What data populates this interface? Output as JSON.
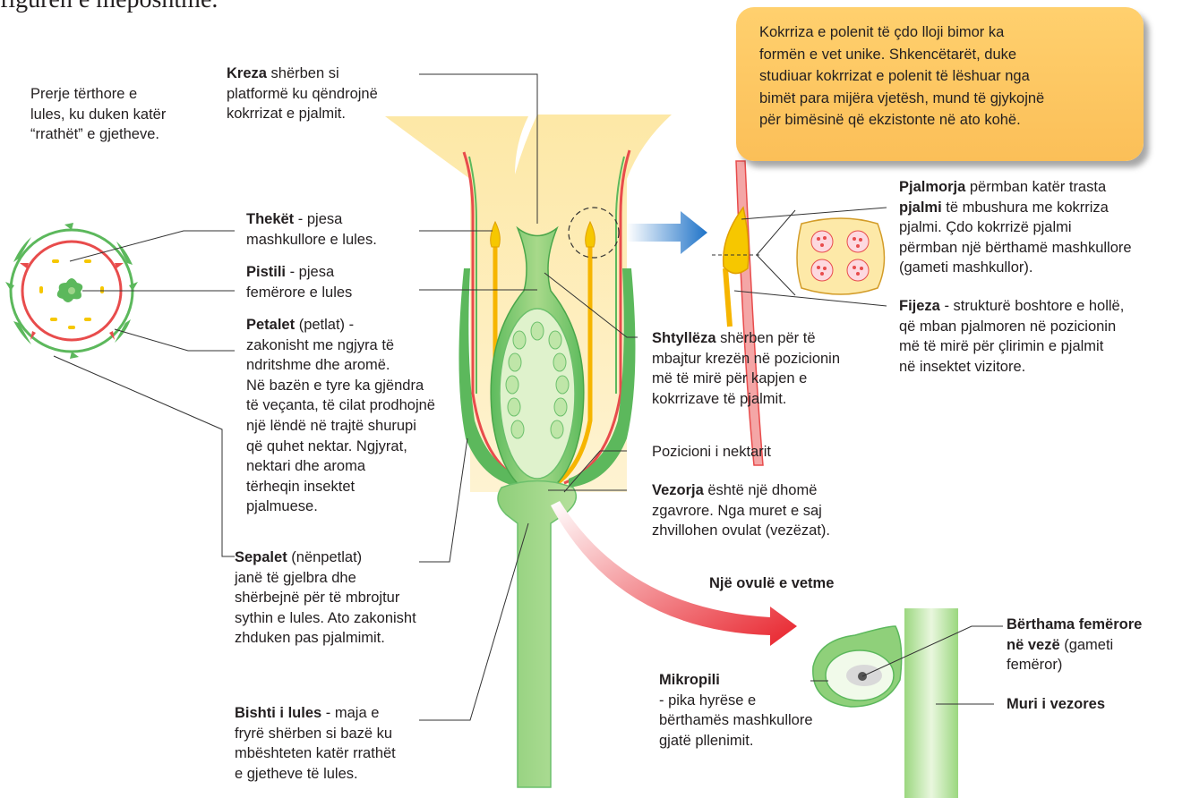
{
  "top_fragment": "figuren e mëposhtme.",
  "cross_section": [
    "Prerje tërthore e",
    "lules, ku duken katër",
    "“rrathët” e gjetheve."
  ],
  "callout": [
    "Kokrriza e polenit të çdo lloji bimor ka",
    "formën e vet unike. Shkencëtarët, duke",
    "studiuar kokrrizat e polenit të lëshuar nga",
    "bimët para mijëra vjetësh, mund të gjykojnë",
    "për bimësinë që ekzistonte në ato kohë."
  ],
  "kreza": {
    "term": "Kreza",
    "lines": [
      " shërben si",
      "platformë ku qëndrojnë",
      "kokrrizat e pjalmit."
    ]
  },
  "theket": {
    "term": "Thekët",
    "lines": [
      " - pjesa",
      "mashkullore e lules."
    ]
  },
  "pistili": {
    "term": "Pistili",
    "lines": [
      " - pjesa",
      "femërore e lules"
    ]
  },
  "petalet": {
    "term": "Petalet",
    "lines": [
      " (petlat) -",
      "zakonisht me ngjyra të",
      "ndritshme dhe aromë.",
      "Në bazën e tyre ka gjëndra",
      "të veçanta, të cilat prodhojnë",
      "një lëndë në trajtë shurupi",
      "që quhet nektar. Ngjyrat,",
      "nektari dhe aroma",
      "tërheqin insektet",
      "pjalmuese."
    ]
  },
  "sepalet": {
    "term": "Sepalet",
    "lines": [
      " (nënpetlat)",
      "janë të gjelbra dhe",
      "shërbejnë për të mbrojtur",
      "sythin e lules. Ato zakonisht",
      "zhduken pas pjalmimit."
    ]
  },
  "bishti": {
    "term": "Bishti i lules",
    "lines": [
      " - maja e",
      "fryrë shërben si bazë ku",
      "mbështeten katër rrathët",
      "e gjetheve të lules."
    ]
  },
  "shtyllez": {
    "term": "Shtyllëza",
    "lines": [
      " shërben për të",
      "mbajtur krezën në pozicionin",
      "më të mirë për kapjen e",
      "kokrrizave të pjalmit."
    ]
  },
  "nektari": "Pozicioni i nektarit",
  "vezorja": {
    "term": "Vezorja",
    "lines": [
      " është një dhomë",
      "zgavrore. Nga muret e saj",
      "zhvillohen ovulat (vezëzat)."
    ]
  },
  "pjalmorja": {
    "term": "Pjalmorja",
    "term2": "pjalmi",
    "lines": [
      " përmban katër trasta",
      " të mbushura me kokrriza",
      "pjalmi. Çdo kokrrizë pjalmi",
      "përmban një bërthamë mashkullore",
      "(gameti mashkullor)."
    ]
  },
  "fijeza": {
    "term": "Fijeza",
    "lines": [
      " - strukturë boshtore e hollë,",
      "që mban pjalmoren në pozicionin",
      "më të mirë për çlirimin e pjalmit",
      "në insektet vizitore."
    ]
  },
  "ovule_title": "Një ovulë e vetme",
  "berthama": {
    "term": [
      "Bërthama femërore",
      "në vezë"
    ],
    "lines": [
      " (gameti",
      "femëror)"
    ]
  },
  "mikropili": {
    "term": "Mikropili",
    "lines": [
      "- pika hyrëse e",
      "bërthamës mashkullore",
      "gjatë pllenimit."
    ]
  },
  "muri": "Muri i vezores",
  "colors": {
    "green": "#5cb85c",
    "light_green": "#c8e6b0",
    "red": "#e84c4c",
    "yellow": "#fde9a8",
    "orange_callout": "#fcc760",
    "blue_arrow": "#2a7fd4"
  }
}
